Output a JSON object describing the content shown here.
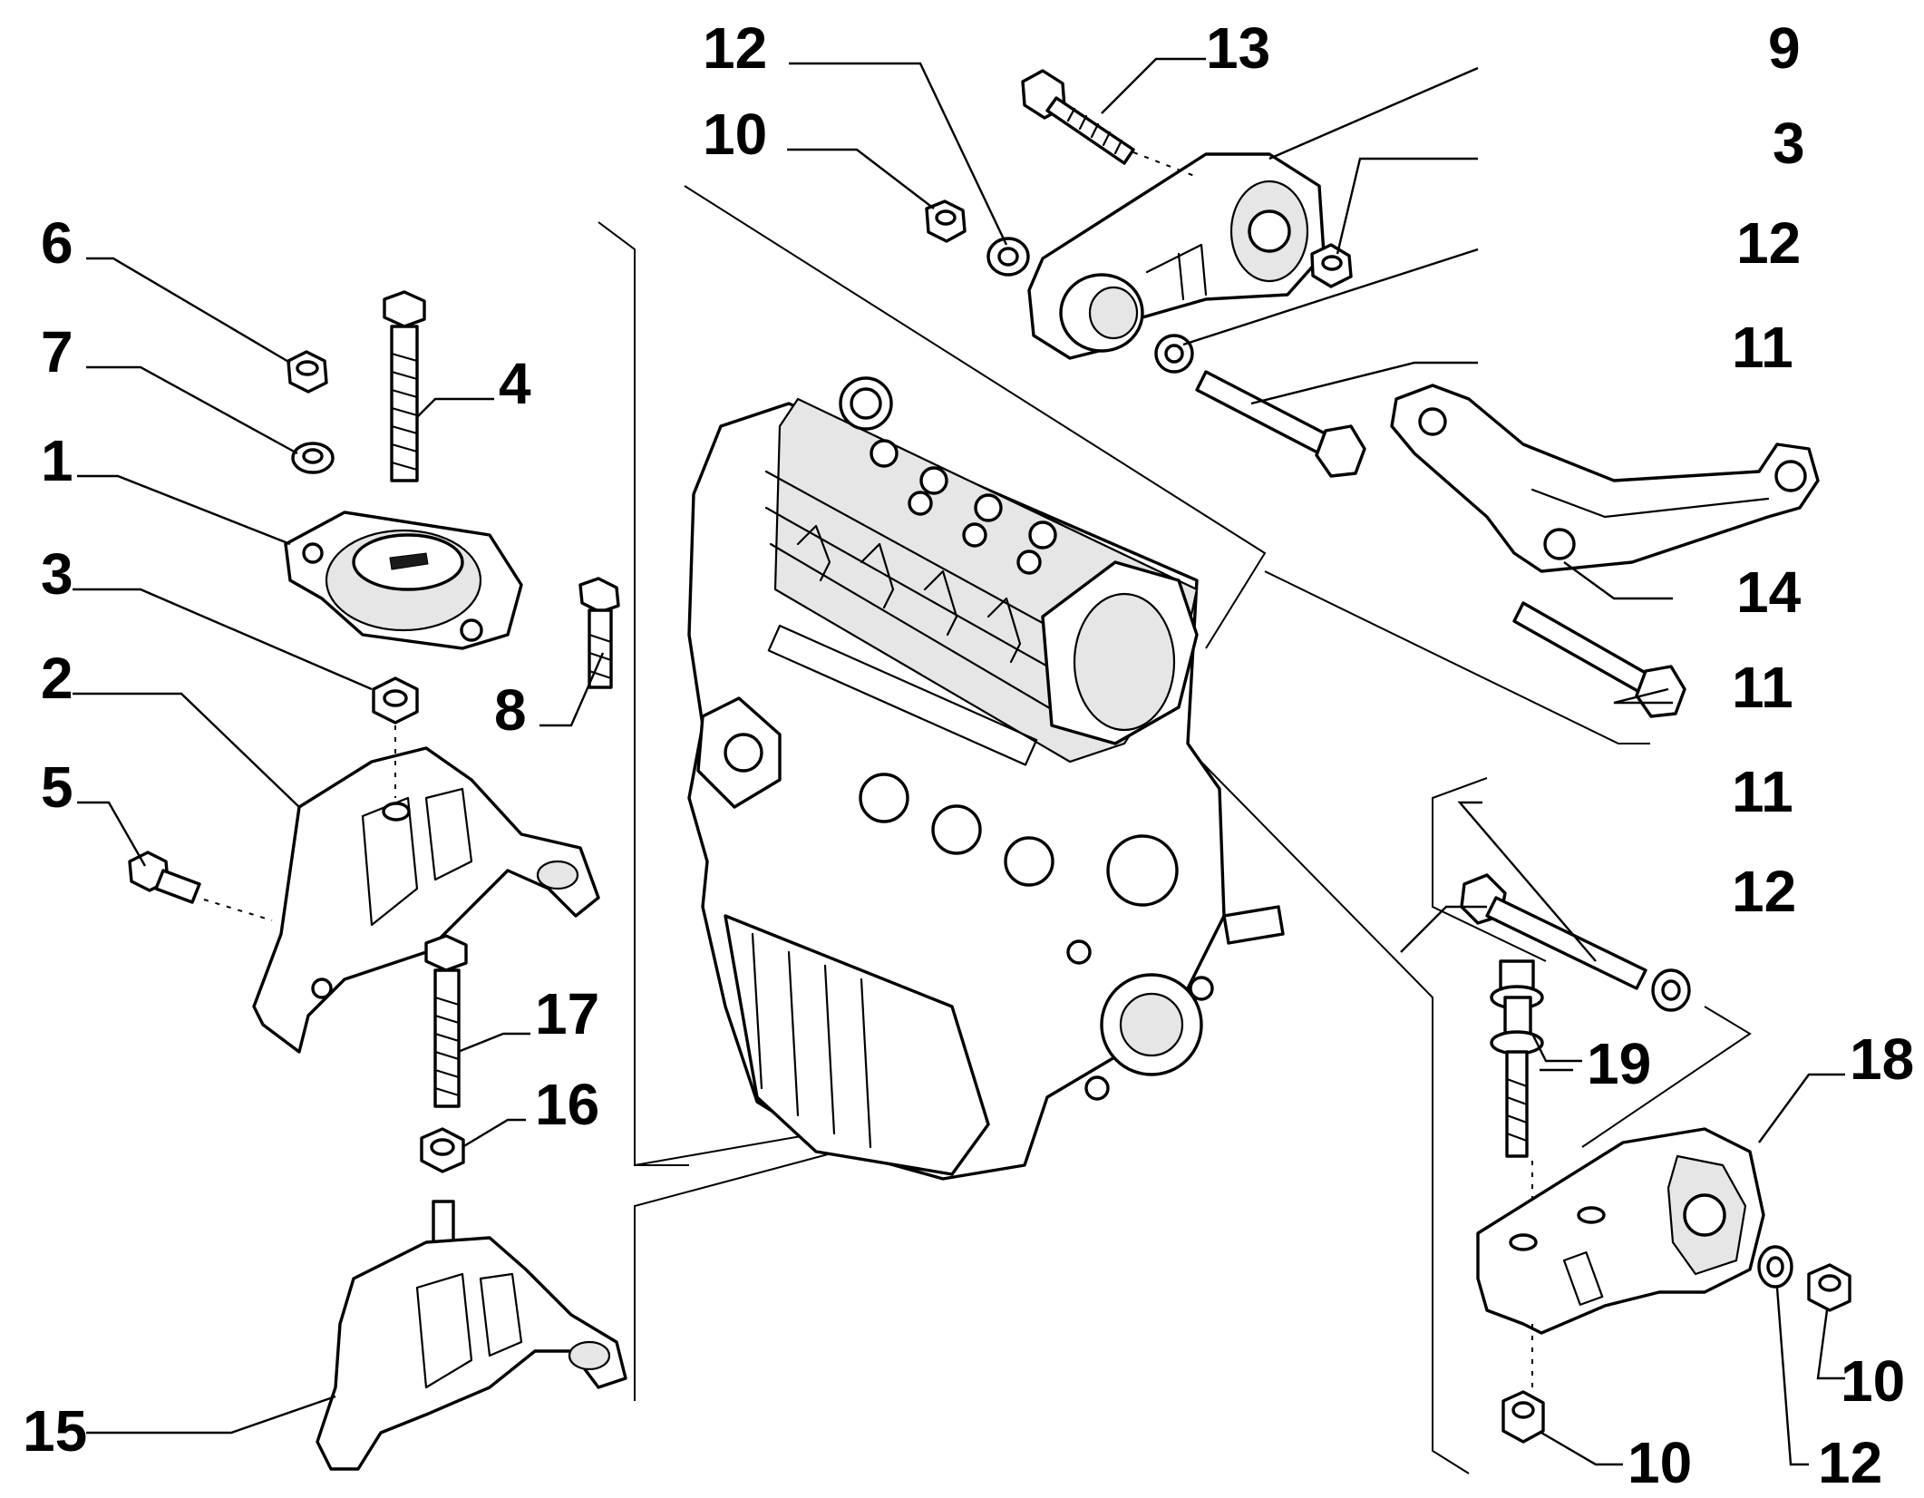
{
  "callouts": {
    "c12_top": "12",
    "c13": "13",
    "c9": "9",
    "c10_top": "10",
    "c3_right": "3",
    "c12_mid": "12",
    "c11_a": "11",
    "c14": "14",
    "c11_b": "11",
    "c6": "6",
    "c7": "7",
    "c4": "4",
    "c1": "1",
    "c3_left": "3",
    "c8": "8",
    "c2": "2",
    "c5": "5",
    "c17": "17",
    "c16": "16",
    "c15": "15",
    "c11_c": "11",
    "c12_right": "12",
    "c19": "19",
    "c18": "18",
    "c10_right": "10",
    "c10_bottom": "10",
    "c12_bottom": "12"
  },
  "colors": {
    "ink": "#000000",
    "paper": "#ffffff",
    "shade": "#e6e6e6"
  }
}
